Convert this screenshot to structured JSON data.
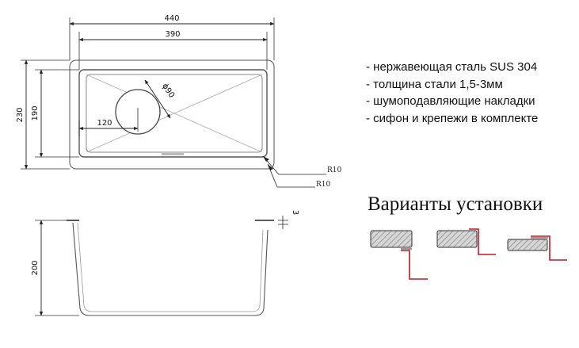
{
  "dimensions": {
    "overall_width": "440",
    "bowl_width": "390",
    "drain_offset": "120",
    "drain_diameter": "ϕ90",
    "overall_depth": "230",
    "bowl_depth": "190",
    "corner_radius_top": "R10",
    "corner_radius_bottom": "R10",
    "bowl_height": "200",
    "steel_thickness": "3"
  },
  "features": [
    "- нержавеющая сталь SUS 304",
    "- толщина стали 1,5-3мм",
    "- шумоподавляющие накладки",
    "- сифон и крепежи в комплекте"
  ],
  "install": {
    "title": "Варианты установки"
  },
  "colors": {
    "line": "#333333",
    "hatch": "#777777",
    "accent": "#c0182a"
  }
}
